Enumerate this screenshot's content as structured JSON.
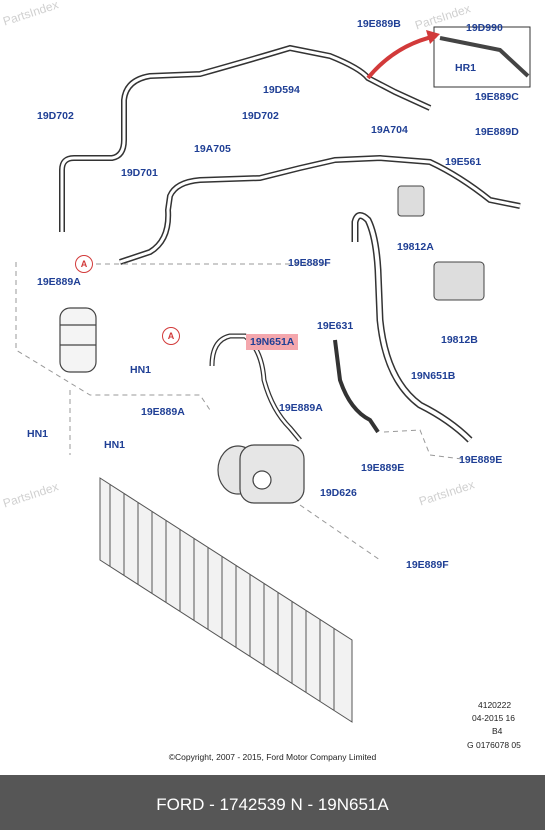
{
  "watermark": "PartsIndex",
  "labels": {
    "19E889B": "19E889B",
    "19D990": "19D990",
    "HR1": "HR1",
    "19D594": "19D594",
    "19E889C": "19E889C",
    "19A704": "19A704",
    "19D702_left": "19D702",
    "19D702_mid": "19D702",
    "19E889D": "19E889D",
    "19A705": "19A705",
    "19E561": "19E561",
    "19D701": "19D701",
    "19812A": "19812A",
    "19E889F_top": "19E889F",
    "19E889A_left": "19E889A",
    "A_callout_1": "A",
    "A_callout_2": "A",
    "19812B": "19812B",
    "HN1_top": "HN1",
    "19N651A": "19N651A",
    "19E631": "19E631",
    "19N651B": "19N651B",
    "19E889A_mid": "19E889A",
    "19E889A_center": "19E889A",
    "HN1_left": "HN1",
    "HN1_right": "HN1",
    "19E889E_right": "19E889E",
    "19E889E_mid": "19E889E",
    "19D626": "19D626",
    "19E889F_bottom": "19E889F"
  },
  "meta": {
    "line1": "4120222",
    "line2": "04-2015 16",
    "line3": "B4",
    "line4": "G 0176078 05"
  },
  "copyright": "©Copyright, 2007 - 2015, Ford Motor Company Limited",
  "footer": "FORD - 1742539      N - 19N651A",
  "colors": {
    "label": "#1f3f95",
    "highlight": "#f4a7ad",
    "arrow": "#d23a3a",
    "footer_bg": "#565656"
  }
}
